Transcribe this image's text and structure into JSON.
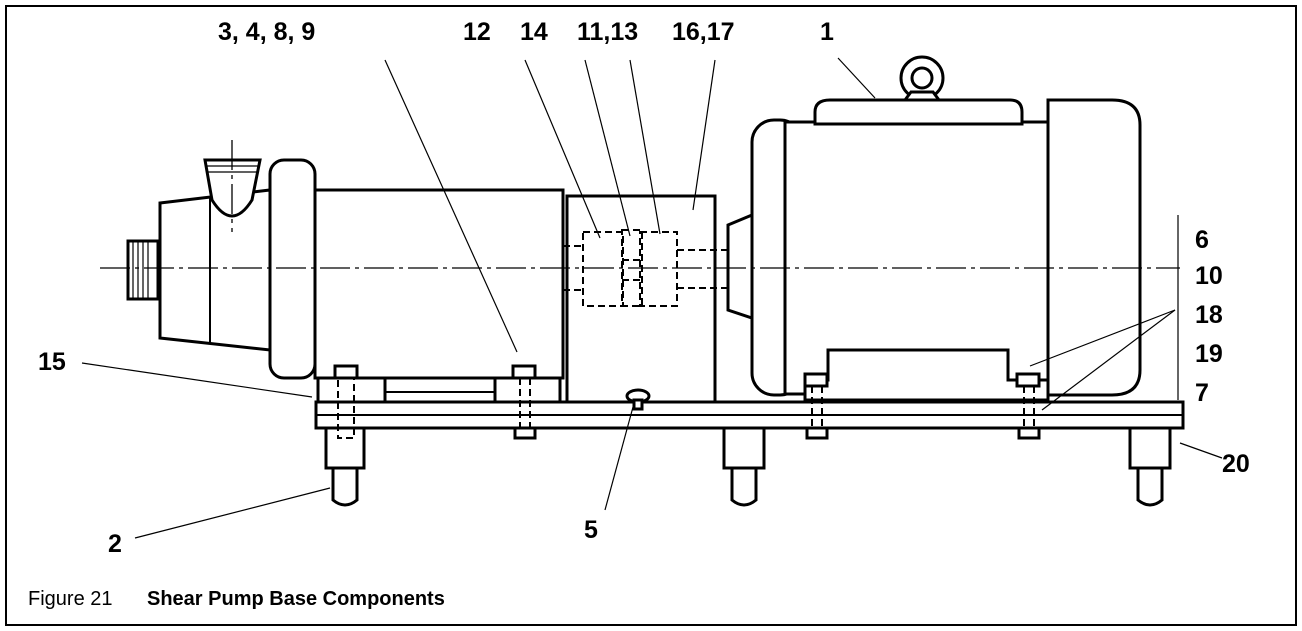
{
  "figure": {
    "number": "Figure 21",
    "title": "Shear Pump Base Components"
  },
  "callouts": {
    "c1": "1",
    "c2": "2",
    "c3": "3, 4, 8, 9",
    "c5": "5",
    "c6": "6",
    "c7": "7",
    "c10": "10",
    "c11": "11,13",
    "c12": "12",
    "c14": "14",
    "c15": "15",
    "c16": "16,17",
    "c18": "18",
    "c19": "19",
    "c20": "20"
  }
}
